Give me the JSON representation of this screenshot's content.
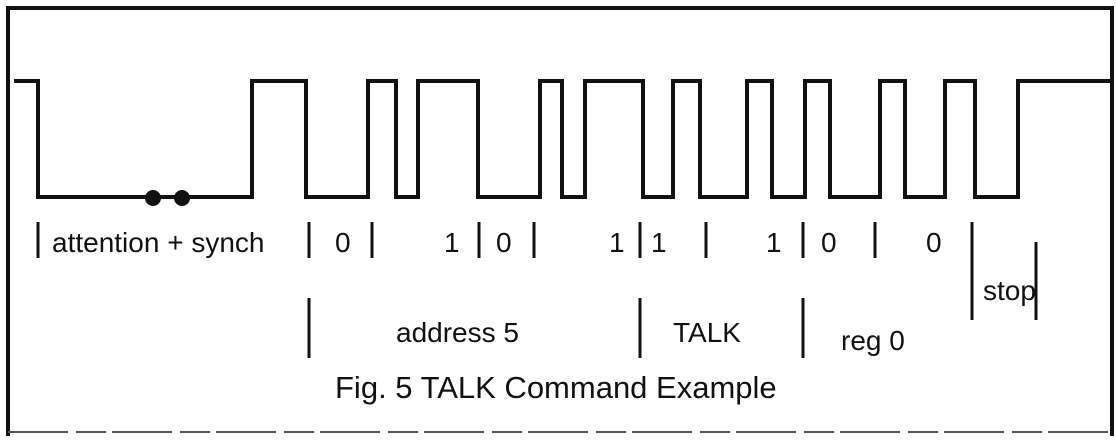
{
  "figure": {
    "caption": "Fig. 5 TALK Command Example"
  },
  "timing": {
    "attention_label": "attention + synch",
    "bits": [
      "0",
      "1",
      "0",
      "1",
      "1",
      "1",
      "0",
      "0"
    ],
    "stop_label": "stop"
  },
  "fields": {
    "address": "address 5",
    "command": "TALK",
    "register": "reg 0"
  },
  "colors": {
    "line": "#111111",
    "background": "#ffffff"
  }
}
